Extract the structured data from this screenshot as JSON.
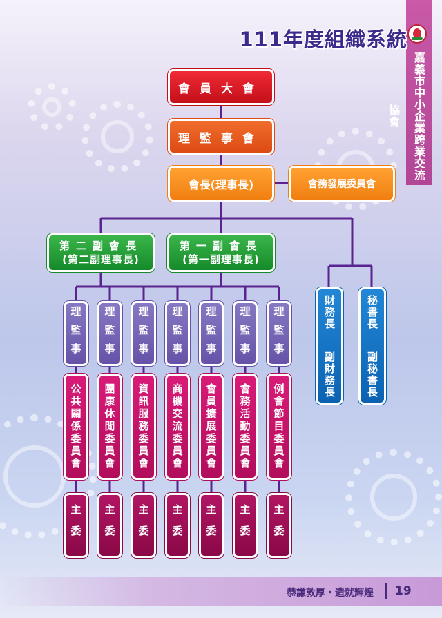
{
  "title": "111年度組織系統",
  "side_label": "嘉義市中小企業跨業交流協會",
  "boxes": {
    "general_assembly": "會員大會",
    "supervisory_board": "理監事會",
    "president": "會長(理事長)",
    "dev_committee": "會務發展委員會",
    "vp2_line1": "第二副會長",
    "vp2_line2": "(第二副理事長)",
    "vp1_line1": "第一副會長",
    "vp1_line2": "(第一副理事長)",
    "finance_1": "財務長",
    "finance_2": "副財務長",
    "secretary_1": "秘書長",
    "secretary_2": "副秘書長"
  },
  "director_label": "理監事",
  "committees": [
    "公共關係委員會",
    "團康休閒委員會",
    "資訊服務委員會",
    "商機交流委員會",
    "會員擴展委員會",
    "會務活動委員會",
    "例會節目委員會"
  ],
  "committee_chair": "主委",
  "footer": {
    "slogan": "恭謙敦厚・造就輝煌",
    "page": "19"
  },
  "colors": {
    "line": "#5a2390",
    "red": "#d81e28",
    "orange": "#e85a1e",
    "amber": "#f59323",
    "green": "#1f9e36",
    "blue": "#1472c4",
    "purple": "#7564b5",
    "magenta": "#c8146a"
  }
}
